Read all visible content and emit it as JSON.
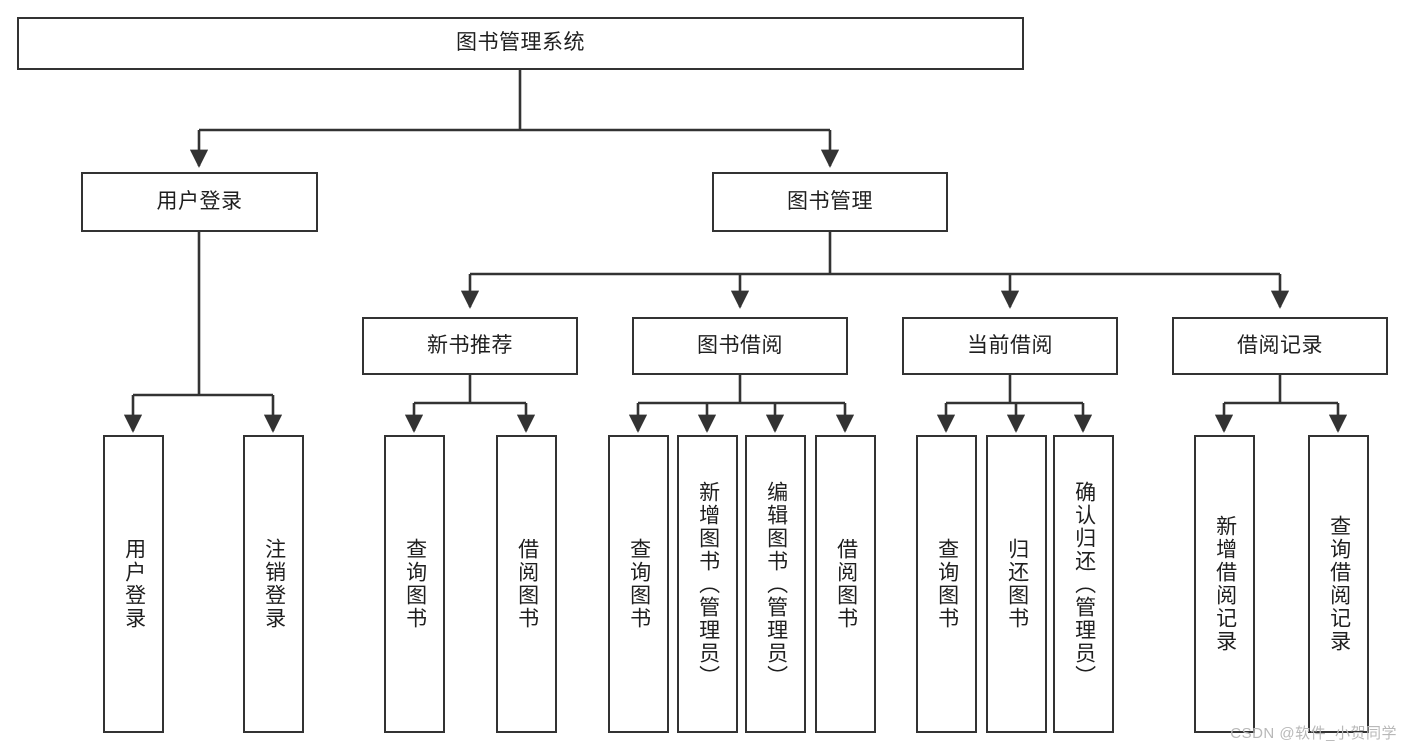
{
  "diagram": {
    "title": "图书管理系统",
    "type": "hierarchy-tree",
    "watermark": "CSDN @软件_小贺同学",
    "colors": {
      "background": "#ffffff",
      "box_border": "#333333",
      "box_fill": "#ffffff",
      "connector": "#333333",
      "text": "#1f1f1f",
      "watermark": "#b8b8b8"
    },
    "root": {
      "label": "图书管理系统"
    },
    "level2": [
      {
        "label": "用户登录"
      },
      {
        "label": "图书管理"
      }
    ],
    "level3": [
      {
        "label": "新书推荐"
      },
      {
        "label": "图书借阅"
      },
      {
        "label": "当前借阅"
      },
      {
        "label": "借阅记录"
      }
    ],
    "leaves": {
      "user_login": [
        {
          "label": "用户登录"
        },
        {
          "label": "注销登录"
        }
      ],
      "new_book_recommend": [
        {
          "label": "查询图书"
        },
        {
          "label": "借阅图书"
        }
      ],
      "book_borrow": [
        {
          "label": "查询图书"
        },
        {
          "label": "新增图书（管理员）"
        },
        {
          "label": "编辑图书（管理员）"
        },
        {
          "label": "借阅图书"
        }
      ],
      "current_borrow": [
        {
          "label": "查询图书"
        },
        {
          "label": "归还图书"
        },
        {
          "label": "确认归还（管理员）"
        }
      ],
      "borrow_record": [
        {
          "label": "新增借阅记录"
        },
        {
          "label": "查询借阅记录"
        }
      ]
    }
  }
}
